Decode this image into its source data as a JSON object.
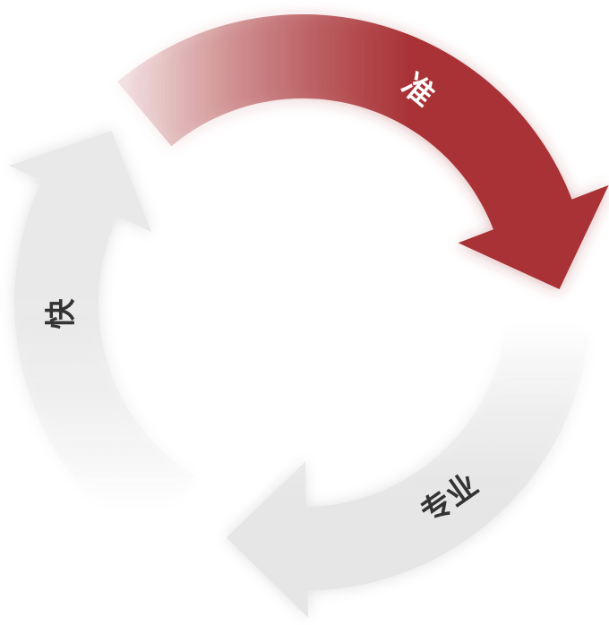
{
  "labels": {
    "accurate": "准",
    "fast": "快",
    "professional": "专业"
  },
  "colors": {
    "accent": "#a83236",
    "gray_arrow": "#e6e6e6",
    "label_dark": "#333333",
    "label_light": "#ffffff"
  }
}
